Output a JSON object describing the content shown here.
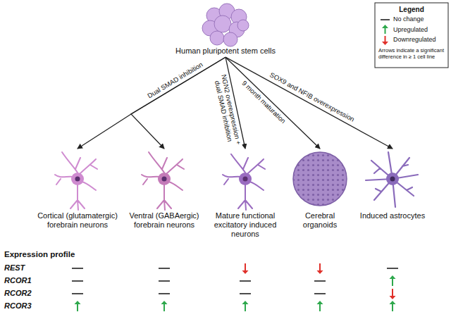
{
  "diagram": {
    "nodes": [
      {
        "text": [
          "Human pluripotent stem cells"
        ]
      },
      {
        "text": [
          "Cortical (glutamatergic) forebrain neurons"
        ]
      },
      {
        "text": [
          "Ventral (GABAergic) forebrain neurons"
        ]
      },
      {
        "text": [
          "Mature functional excitatory induced neurons"
        ]
      },
      {
        "text": [
          "Cerebral organoids"
        ]
      },
      {
        "text": [
          "Induced astrocytes"
        ]
      }
    ],
    "edges": [
      {
        "from": 0,
        "to": 1,
        "arrow": "to",
        "label": "Dual SMAD inhibition"
      },
      {
        "from": 0,
        "to": 2,
        "arrow": "to"
      },
      {
        "from": 0,
        "to": 3,
        "arrow": "to",
        "label": "NGN2 overexpression + dual SMAD inhibition"
      },
      {
        "from": 0,
        "to": 4,
        "arrow": "to",
        "label": "9 month maturation"
      },
      {
        "from": 0,
        "to": 5,
        "arrow": "to",
        "label": "SOX9 and NFIB overexpression"
      }
    ],
    "labels": [
      "Legend",
      "Arrows indicate a significant difference in ≥ 1 cell line",
      "Expression profile",
      "REST",
      "RCOR1",
      "RCOR2",
      "RCOR3"
    ],
    "legend": [
      {
        "text": "No change"
      },
      {
        "text": "Upregulated"
      },
      {
        "text": "Downregulated"
      }
    ]
  }
}
